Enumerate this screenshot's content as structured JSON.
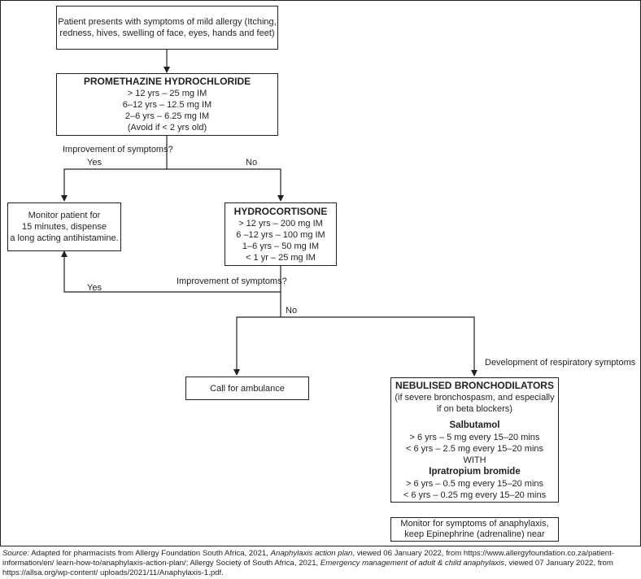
{
  "boxes": {
    "start": {
      "lines": [
        "Patient presents with symptoms of mild allergy (Itching,",
        "redness, hives, swelling of face, eyes, hands and feet)"
      ]
    },
    "promethazine": {
      "title": "PROMETHAZINE HYDROCHLORIDE",
      "lines": [
        "> 12 yrs – 25 mg IM",
        "6–12 yrs – 12.5 mg IM",
        "2–6 yrs – 6.25 mg IM",
        "(Avoid if < 2 yrs old)"
      ]
    },
    "monitor": {
      "lines": [
        "Monitor patient for",
        "15 minutes, dispense",
        "a long acting antihistamine."
      ]
    },
    "hydrocortisone": {
      "title": "HYDROCORTISONE",
      "lines": [
        "> 12 yrs – 200 mg IM",
        "6 –12 yrs – 100 mg IM",
        "1–6 yrs – 50 mg IM",
        "< 1 yr – 25 mg IM"
      ]
    },
    "ambulance": {
      "lines": [
        "Call for ambulance"
      ]
    },
    "nebulised": {
      "title": "NEBULISED BRONCHODILATORS",
      "note": [
        "(if severe bronchospasm, and especially",
        "if on beta blockers)"
      ],
      "salbutamol_title": "Salbutamol",
      "salbutamol_lines": [
        "> 6 yrs – 5 mg every 15–20 mins",
        "< 6 yrs – 2.5 mg every 15–20 mins"
      ],
      "with": "WITH",
      "ipratropium_title": "Ipratropium bromide",
      "ipratropium_lines": [
        "> 6 yrs – 0.5 mg every 15–20 mins",
        "< 6 yrs – 0.25 mg every 15–20 mins"
      ]
    },
    "anaphylaxis": {
      "lines": [
        "Monitor for symptoms of anaphylaxis,",
        "keep Epinephrine (adrenaline) near"
      ]
    }
  },
  "labels": {
    "improvement_1": "Improvement of symptoms?",
    "yes_1": "Yes",
    "no_1": "No",
    "improvement_2": "Improvement of symptoms?",
    "yes_2": "Yes",
    "no_2": "No",
    "respiratory": "Development of respiratory symptoms"
  },
  "source": {
    "label": "Source:",
    "t1": " Adapted for pharmacists from Allergy Foundation South Africa, 2021, ",
    "i1": "Anaphylaxis action plan",
    "t2": ", viewed 06 January 2022, from https://www.allergyfoundation.co.za/patient-information/en/ learn-how-to/anaphylaxis-action-plan/; Allergy Society of South Africa, 2021, ",
    "i2": "Emergency management of adult & child anaphylaxis",
    "t3": ", viewed 07 January 2022, from https://allsa.org/wp-content/ uploads/2021/11/Anaphylaxis-1.pdf."
  }
}
